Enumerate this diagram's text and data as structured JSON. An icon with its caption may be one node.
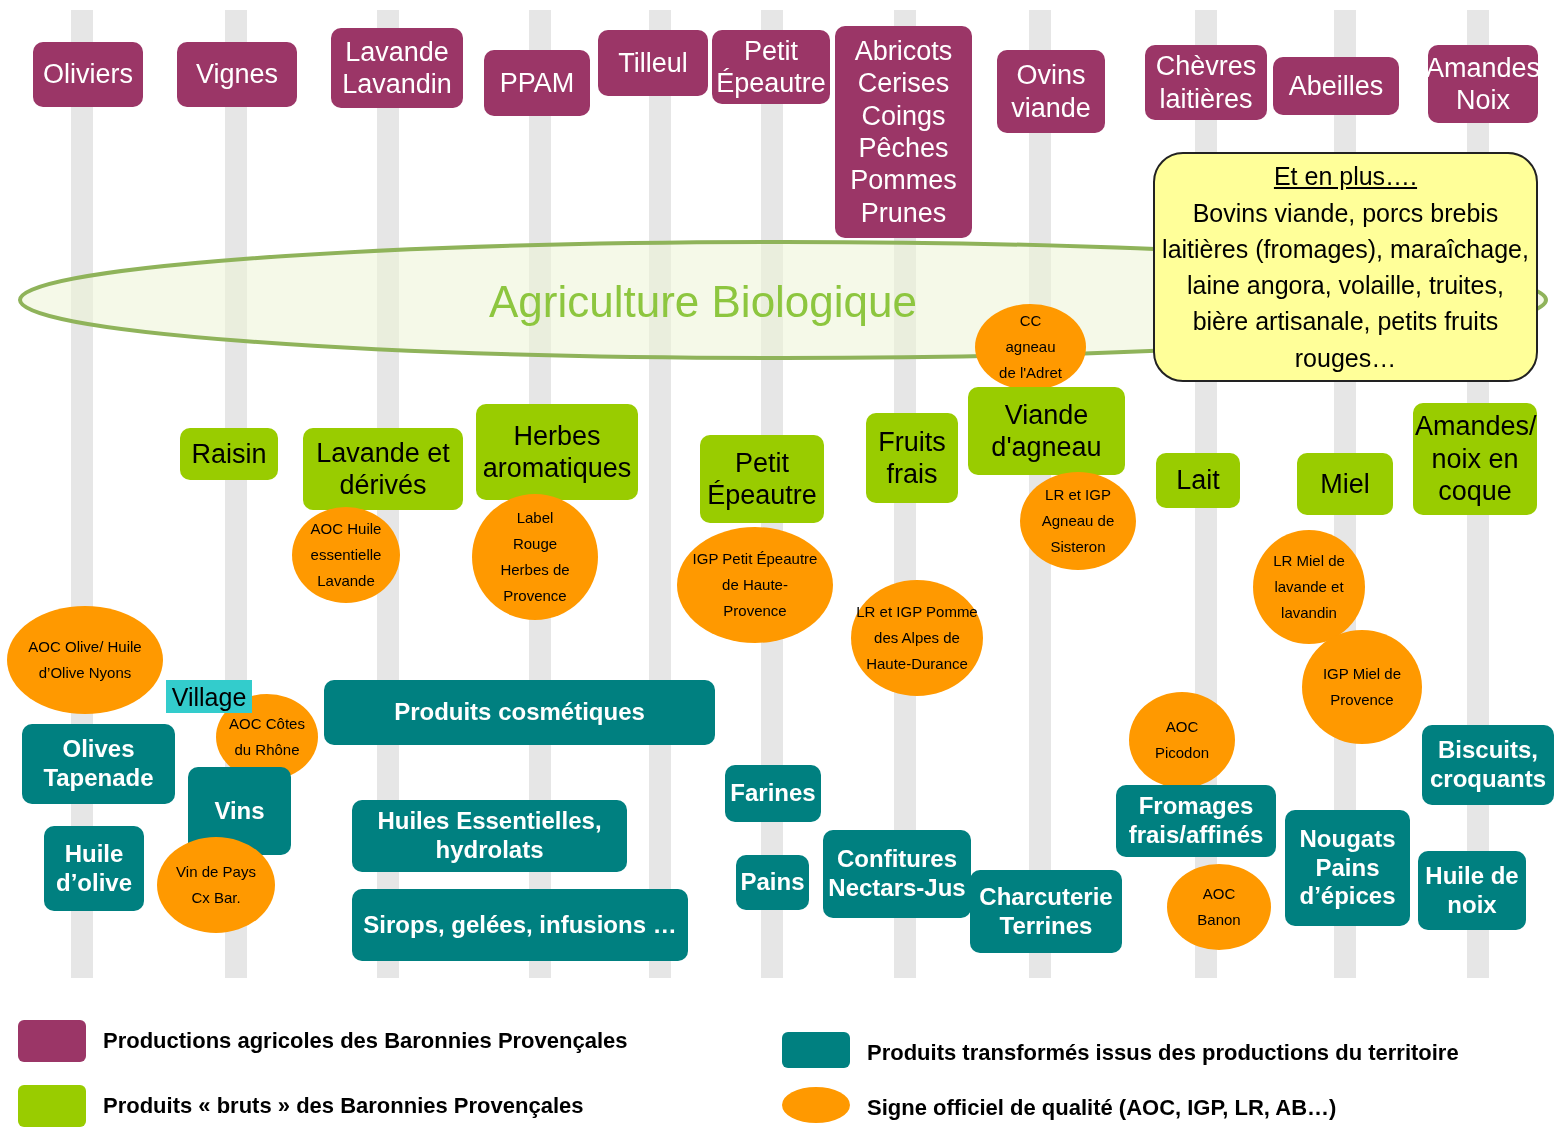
{
  "diagram": {
    "nodes": [
      {
        "text": [
          "Oliviers"
        ]
      },
      {
        "text": [
          "Vignes"
        ]
      },
      {
        "text": [
          "Lavande Lavandin"
        ]
      },
      {
        "text": [
          "PPAM"
        ]
      },
      {
        "text": [
          "Tilleul"
        ]
      },
      {
        "text": [
          "Petit Épeautre"
        ]
      },
      {
        "text": [
          "Abricots Cerises Coings Pêches Pommes Prunes"
        ]
      },
      {
        "text": [
          "Ovins viande"
        ]
      },
      {
        "text": [
          "Chèvres laitières"
        ]
      },
      {
        "text": [
          "Abeilles"
        ]
      },
      {
        "text": [
          "Amandes Noix"
        ]
      },
      {
        "text": [
          "Et en plus….",
          "Bovins viande, porcs brebis laitières (fromages), maraîchage, laine angora, volaille, truites, bière artisanale, petits fruits rouges…"
        ]
      },
      {
        "text": [
          "Agriculture Biologique"
        ]
      },
      {
        "text": [
          "CC agneau de l'Adret"
        ]
      },
      {
        "text": [
          "Raisin"
        ]
      },
      {
        "text": [
          "Lavande et dérivés"
        ]
      },
      {
        "text": [
          "Herbes aromatiques"
        ]
      },
      {
        "text": [
          "Petit Épeautre"
        ]
      },
      {
        "text": [
          "Fruits frais"
        ]
      },
      {
        "text": [
          "Viande d'agneau"
        ]
      },
      {
        "text": [
          "Lait"
        ]
      },
      {
        "text": [
          "Miel"
        ]
      },
      {
        "text": [
          "Amandes/ noix en coque"
        ]
      },
      {
        "text": [
          "AOC Huile essentielle Lavande"
        ]
      },
      {
        "text": [
          "Label Rouge Herbes de Provence"
        ]
      },
      {
        "text": [
          "IGP Petit Épeautre de Haute-Provence"
        ]
      },
      {
        "text": [
          "LR et IGP Agneau de Sisteron"
        ]
      },
      {
        "text": [
          "LR Miel de lavande et lavandin"
        ]
      },
      {
        "text": [
          "LR et IGP Pomme des Alpes de Haute-Durance"
        ]
      },
      {
        "text": [
          "AOC Olive/ Huile d’Olive Nyons"
        ]
      },
      {
        "text": [
          "IGP Miel de Provence"
        ]
      },
      {
        "text": [
          "Village"
        ]
      },
      {
        "text": [
          "AOC Côtes du Rhône"
        ]
      },
      {
        "text": [
          "Produits cosmétiques"
        ]
      },
      {
        "text": [
          "AOC Picodon"
        ]
      },
      {
        "text": [
          "Olives Tapenade"
        ]
      },
      {
        "text": [
          "Biscuits, croquants"
        ]
      },
      {
        "text": [
          "Farines"
        ]
      },
      {
        "text": [
          "Vins"
        ]
      },
      {
        "text": [
          "Fromages frais/affinés"
        ]
      },
      {
        "text": [
          "Huiles Essentielles, hydrolats"
        ]
      },
      {
        "text": [
          "Nougats Pains d’épices"
        ]
      },
      {
        "text": [
          "Confitures Nectars-Jus"
        ]
      },
      {
        "text": [
          "Huile d’olive"
        ]
      },
      {
        "text": [
          "Vin de Pays Cx Bar."
        ]
      },
      {
        "text": [
          "Pains"
        ]
      },
      {
        "text": [
          "AOC Banon"
        ]
      },
      {
        "text": [
          "Charcuterie Terrines"
        ]
      },
      {
        "text": [
          "Huile de noix"
        ]
      },
      {
        "text": [
          "Sirops, gelées, infusions …"
        ]
      }
    ],
    "legend": [
      {
        "text": "Productions agricoles des Baronnies Provençales",
        "color": "#9b3667"
      },
      {
        "text": "Produits « bruts » des Baronnies Provençales",
        "color": "#99cc00"
      },
      {
        "text": "Produits transformés issus des productions du territoire",
        "color": "#008080"
      },
      {
        "text": "Signe officiel de qualité (AOC, IGP, LR, AB…)",
        "color": "#ff9900"
      }
    ]
  }
}
